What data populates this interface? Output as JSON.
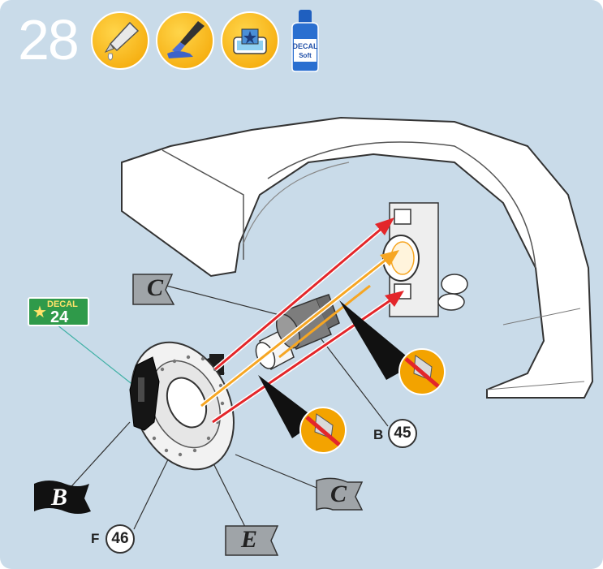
{
  "step": {
    "number": "28"
  },
  "header_icons": [
    {
      "icon": "glue-tube-icon"
    },
    {
      "icon": "paint-brush-icon"
    },
    {
      "icon": "decal-water-dish-icon"
    },
    {
      "icon": "decal-softener-bottle-icon",
      "label_line1": "DECAL",
      "label_line2": "Soft"
    }
  ],
  "decal": {
    "word": "DECAL",
    "number": "24"
  },
  "labels": {
    "ref_c_top": "C",
    "ref_b": "B",
    "ref_c_bottom": "C",
    "ref_e": "E",
    "part_b_letter": "B",
    "part_b_number": "45",
    "part_f_letter": "F",
    "part_f_number": "46"
  },
  "colors": {
    "panel": "#c9dbe9",
    "arrow_red": "#e3262a",
    "arrow_orange": "#f6a623",
    "icon_yellow": "#f3a300",
    "decal_green": "#2f9a4a"
  }
}
